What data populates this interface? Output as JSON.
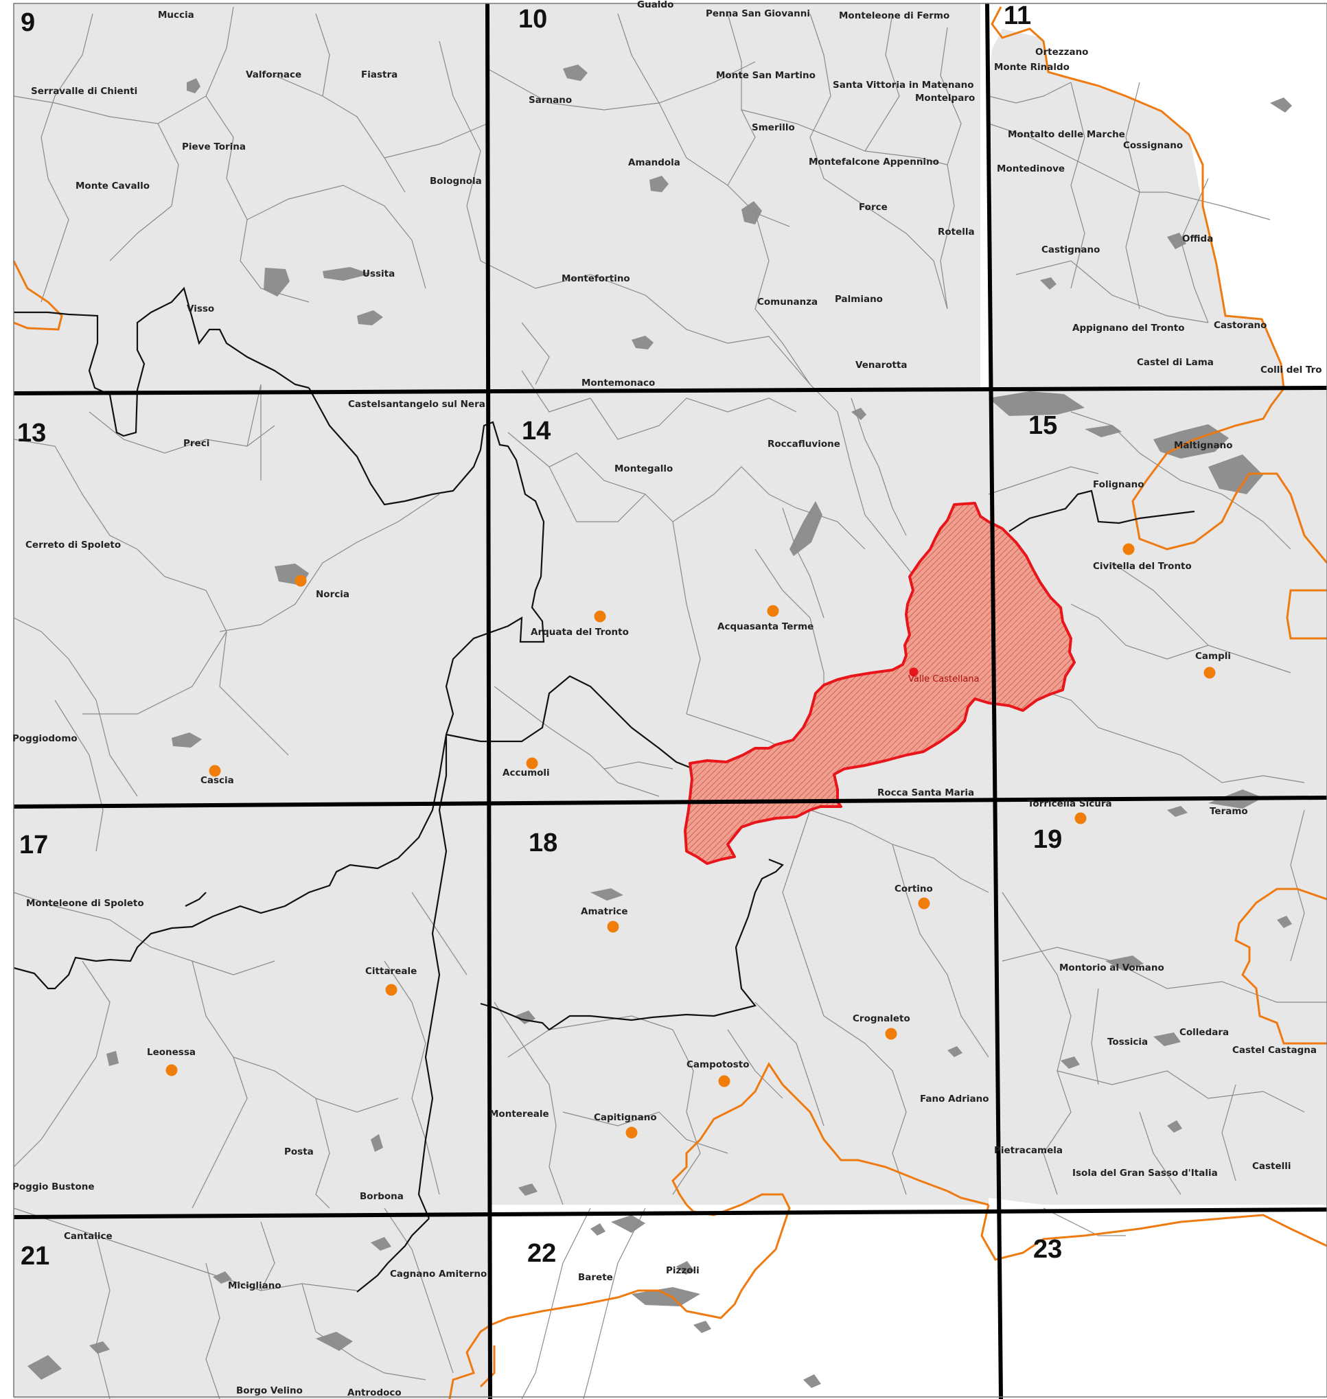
{
  "grid_cells": [
    "9",
    "10",
    "11",
    "13",
    "14",
    "15",
    "17",
    "18",
    "19",
    "21",
    "22",
    "23"
  ],
  "places": [
    {
      "id": "muccia",
      "label": "Muccia"
    },
    {
      "id": "gualdo",
      "label": "Gualdo"
    },
    {
      "id": "penna",
      "label": "Penna San Giovanni"
    },
    {
      "id": "monteleone-fermo",
      "label": "Monteleone di Fermo"
    },
    {
      "id": "ortezzano",
      "label": "Ortezzano"
    },
    {
      "id": "monte-rinaldo",
      "label": "Monte Rinaldo"
    },
    {
      "id": "valfornace",
      "label": "Valfornace"
    },
    {
      "id": "fiastra",
      "label": "Fiastra"
    },
    {
      "id": "serravalle",
      "label": "Serravalle di Chienti"
    },
    {
      "id": "sarnano",
      "label": "Sarnano"
    },
    {
      "id": "monte-san-martino",
      "label": "Monte San Martino"
    },
    {
      "id": "santa-vittoria",
      "label": "Santa Vittoria in Matenano"
    },
    {
      "id": "montelparo",
      "label": "Montelparo"
    },
    {
      "id": "smerillo",
      "label": "Smerillo"
    },
    {
      "id": "montalto",
      "label": "Montalto delle Marche"
    },
    {
      "id": "cossignano",
      "label": "Cossignano"
    },
    {
      "id": "pieve-torina",
      "label": "Pieve Torina"
    },
    {
      "id": "amandola",
      "label": "Amandola"
    },
    {
      "id": "montefalcone",
      "label": "Montefalcone Appennino"
    },
    {
      "id": "montedinove",
      "label": "Montedinove"
    },
    {
      "id": "monte-cavallo",
      "label": "Monte Cavallo"
    },
    {
      "id": "bolognola",
      "label": "Bolognola"
    },
    {
      "id": "force",
      "label": "Force"
    },
    {
      "id": "rotella",
      "label": "Rotella"
    },
    {
      "id": "offida",
      "label": "Offida"
    },
    {
      "id": "castignano",
      "label": "Castignano"
    },
    {
      "id": "ussita",
      "label": "Ussita"
    },
    {
      "id": "montefortino",
      "label": "Montefortino"
    },
    {
      "id": "comunanza",
      "label": "Comunanza"
    },
    {
      "id": "palmiano",
      "label": "Palmiano"
    },
    {
      "id": "visso",
      "label": "Visso"
    },
    {
      "id": "appignano",
      "label": "Appignano del Tronto"
    },
    {
      "id": "castorano",
      "label": "Castorano"
    },
    {
      "id": "castel-di-lama",
      "label": "Castel di Lama"
    },
    {
      "id": "venarotta",
      "label": "Venarotta"
    },
    {
      "id": "colli",
      "label": "Colli del Tro"
    },
    {
      "id": "montemonaco",
      "label": "Montemonaco"
    },
    {
      "id": "castelsantangelo",
      "label": "Castelsantangelo sul Nera"
    },
    {
      "id": "preci",
      "label": "Preci"
    },
    {
      "id": "roccafluvione",
      "label": "Roccafluvione"
    },
    {
      "id": "maltignano",
      "label": "Maltignano"
    },
    {
      "id": "montegallo",
      "label": "Montegallo"
    },
    {
      "id": "folignano",
      "label": "Folignano"
    },
    {
      "id": "cerreto",
      "label": "Cerreto di Spoleto"
    },
    {
      "id": "civitella",
      "label": "Civitella del Tronto"
    },
    {
      "id": "norcia",
      "label": "Norcia"
    },
    {
      "id": "acquasanta",
      "label": "Acquasanta Terme"
    },
    {
      "id": "arquata",
      "label": "Arquata del Tronto"
    },
    {
      "id": "campli",
      "label": "Campli"
    },
    {
      "id": "valle-castellana",
      "label": "Valle Castellana"
    },
    {
      "id": "poggiodomo",
      "label": "Poggiodomo"
    },
    {
      "id": "accumoli",
      "label": "Accumoli"
    },
    {
      "id": "cascia",
      "label": "Cascia"
    },
    {
      "id": "rocca-santa-maria",
      "label": "Rocca Santa Maria"
    },
    {
      "id": "torricella",
      "label": "Torricella Sicura"
    },
    {
      "id": "teramo",
      "label": "Teramo"
    },
    {
      "id": "cortino",
      "label": "Cortino"
    },
    {
      "id": "monteleone-spoleto",
      "label": "Monteleone di Spoleto"
    },
    {
      "id": "amatrice",
      "label": "Amatrice"
    },
    {
      "id": "montorio",
      "label": "Montorio al Vomano"
    },
    {
      "id": "cittareale",
      "label": "Cittareale"
    },
    {
      "id": "crognaleto",
      "label": "Crognaleto"
    },
    {
      "id": "colledara",
      "label": "Colledara"
    },
    {
      "id": "tossicia",
      "label": "Tossicia"
    },
    {
      "id": "castel-castagna",
      "label": "Castel Castagna"
    },
    {
      "id": "leonessa",
      "label": "Leonessa"
    },
    {
      "id": "campotosto",
      "label": "Campotosto"
    },
    {
      "id": "fano-adriano",
      "label": "Fano Adriano"
    },
    {
      "id": "montereale",
      "label": "Montereale"
    },
    {
      "id": "capitignano",
      "label": "Capitignano"
    },
    {
      "id": "pietracamela",
      "label": "Pietracamela"
    },
    {
      "id": "posta",
      "label": "Posta"
    },
    {
      "id": "isola",
      "label": "Isola del Gran Sasso d'Italia"
    },
    {
      "id": "castelli",
      "label": "Castelli"
    },
    {
      "id": "poggio-bustone",
      "label": "Poggio Bustone"
    },
    {
      "id": "borbona",
      "label": "Borbona"
    },
    {
      "id": "cantalice",
      "label": "Cantalice"
    },
    {
      "id": "cagnano",
      "label": "Cagnano Amiterno"
    },
    {
      "id": "barete",
      "label": "Barete"
    },
    {
      "id": "pizzoli",
      "label": "Pizzoli"
    },
    {
      "id": "micigliano",
      "label": "Micigliano"
    },
    {
      "id": "borgo-velino",
      "label": "Borgo Velino"
    },
    {
      "id": "antrodoco",
      "label": "Antrodoco"
    }
  ],
  "colors": {
    "land": "#e7e7e7",
    "outside": "#ffffff",
    "grid": "#000000",
    "province_border": "#ee7a12",
    "municipal_border": "#8a8a8a",
    "region_border": "#111111",
    "highlight_fill": "#f0a090",
    "highlight_stroke": "#e8161b",
    "urban_area": "#8f8f8f",
    "town_marker": "#f07d0a"
  }
}
